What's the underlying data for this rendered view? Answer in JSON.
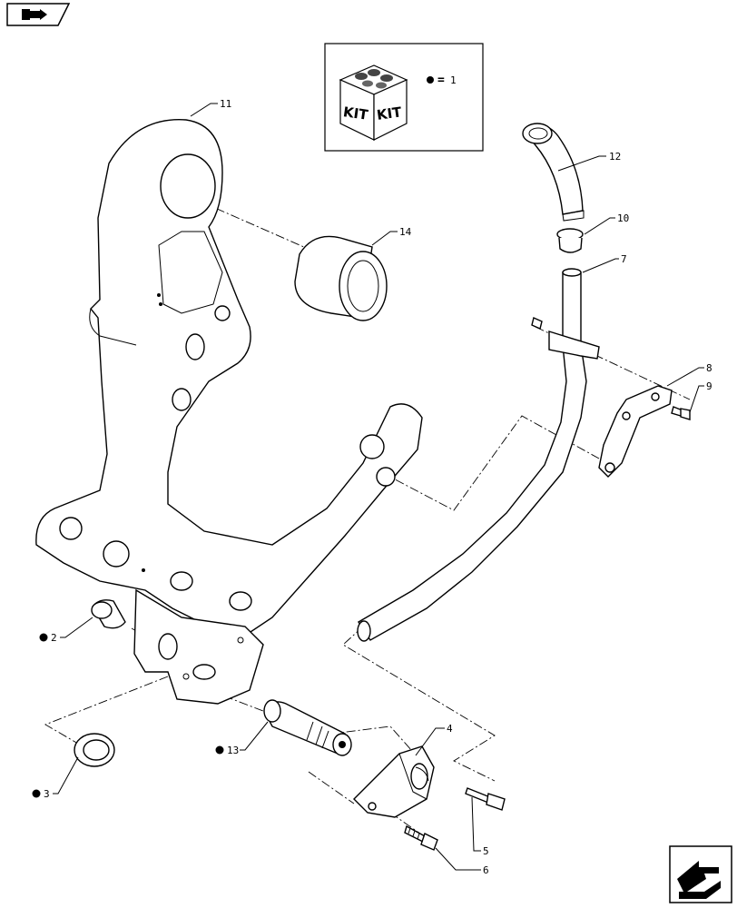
{
  "nav": {
    "top_left_icon": "page-back-icon",
    "bottom_right_icon": "page-forward-icon"
  },
  "kit_box": {
    "box_text_left": "KIT",
    "box_text_right": "KIT",
    "legend_value": "1"
  },
  "callouts": {
    "c1": "1",
    "c2": "2",
    "c3": "3",
    "c4": "4",
    "c5": "5",
    "c6": "6",
    "c7": "7",
    "c8": "8",
    "c9": "9",
    "c10": "10",
    "c11": "11",
    "c12": "12",
    "c13": "13",
    "c14": "14"
  }
}
